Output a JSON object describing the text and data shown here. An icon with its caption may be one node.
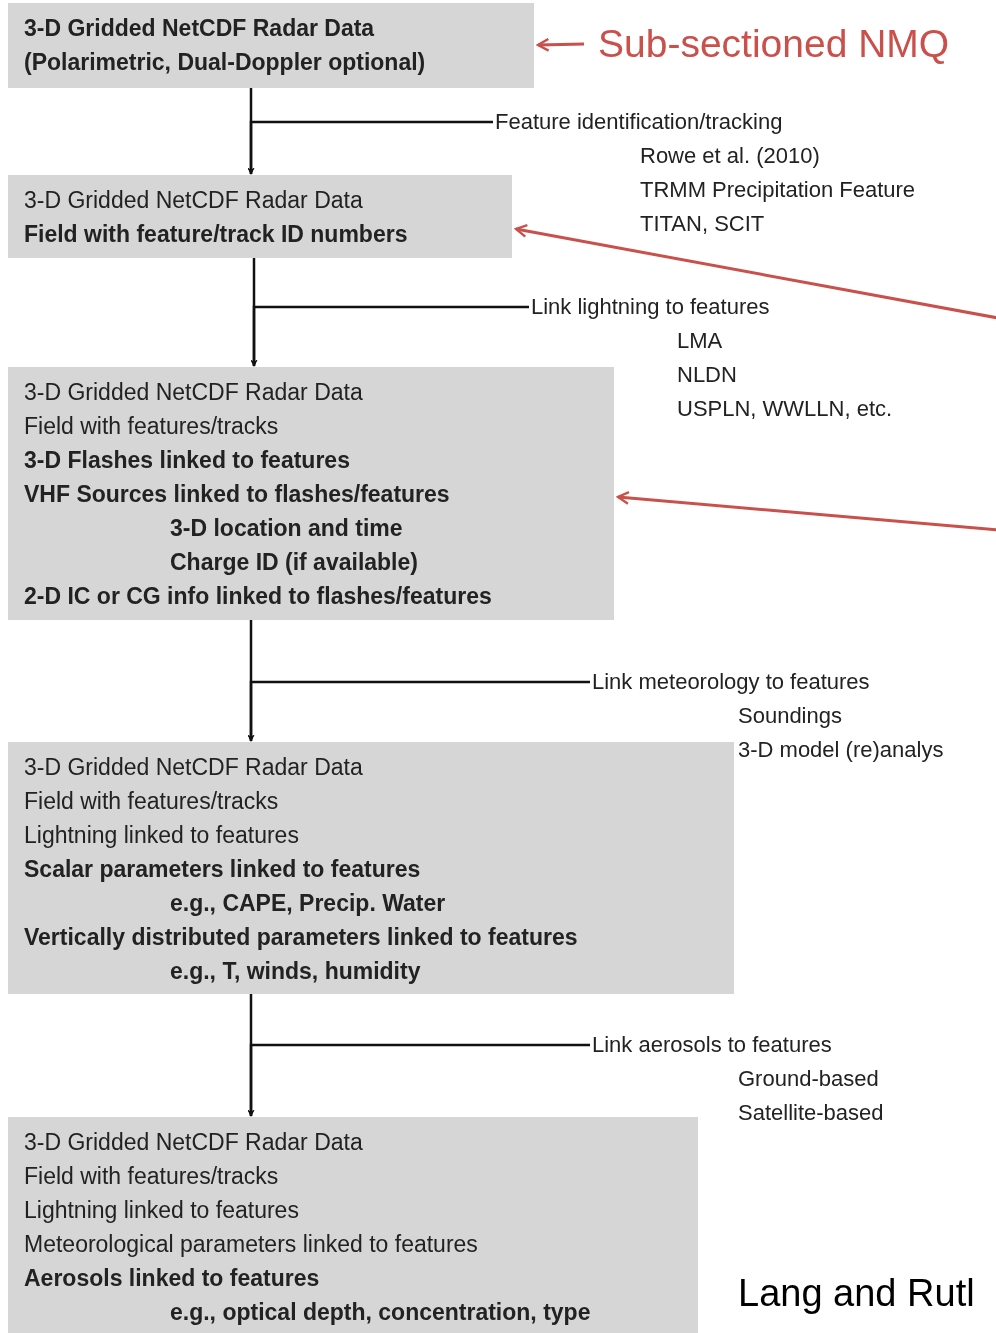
{
  "diagram": {
    "nodes": [
      {
        "text": [
          "3-D Gridded NetCDF Radar Data",
          "(Polarimetric, Dual-Doppler optional)"
        ]
      },
      {
        "text": [
          "Sub-sectioned NMQ"
        ]
      },
      {
        "text": [
          "Feature identification/tracking",
          "Rowe et al. (2010)",
          "TRMM Precipitation Feature",
          "TITAN, SCIT"
        ]
      },
      {
        "text": [
          "3-D Gridded NetCDF Radar Data",
          "Field with feature/track ID numbers"
        ]
      },
      {
        "text": [
          "Link lightning to features",
          "LMA",
          "NLDN",
          "USPLN, WWLLN, etc."
        ]
      },
      {
        "text": [
          "3-D Gridded NetCDF Radar Data",
          "Field with features/tracks",
          "3-D Flashes linked to features",
          "VHF Sources linked to flashes/features",
          "3-D location and time",
          "Charge ID (if available)",
          "2-D IC or CG info linked to flashes/features"
        ]
      },
      {
        "text": [
          "Link meteorology to features",
          "Soundings",
          "3-D model (re)analys"
        ]
      },
      {
        "text": [
          "3-D Gridded NetCDF Radar Data",
          "Field with features/tracks",
          "Lightning linked to features",
          "Scalar parameters linked to features",
          "e.g., CAPE, Precip. Water",
          "Vertically distributed parameters linked to features",
          "e.g., T, winds, humidity"
        ]
      },
      {
        "text": [
          "Link aerosols to features",
          "Ground-based",
          "Satellite-based"
        ]
      },
      {
        "text": [
          "3-D Gridded NetCDF Radar Data",
          "Field with features/tracks",
          "Lightning linked to features",
          "Meteorological parameters linked to features",
          "Aerosols linked to features",
          "e.g., optical depth, concentration, type"
        ]
      }
    ],
    "edges": [
      {
        "from": 1,
        "to": 0,
        "arrow": "to",
        "color": "#c9504b"
      },
      {
        "from": 0,
        "to": 3,
        "arrow": "to"
      },
      {
        "from": 2,
        "to": 3,
        "arrow": "to"
      },
      {
        "from": null,
        "to": 3,
        "arrow": "to",
        "color": "#c9504b"
      },
      {
        "from": 3,
        "to": 5,
        "arrow": "to"
      },
      {
        "from": 4,
        "to": 5,
        "arrow": "to"
      },
      {
        "from": null,
        "to": 5,
        "arrow": "to",
        "color": "#c9504b"
      },
      {
        "from": 5,
        "to": 7,
        "arrow": "to"
      },
      {
        "from": 6,
        "to": 7,
        "arrow": "to"
      },
      {
        "from": 7,
        "to": 9,
        "arrow": "to"
      },
      {
        "from": 8,
        "to": 9,
        "arrow": "to"
      }
    ],
    "labels": [
      "Lang and Rutl"
    ]
  }
}
